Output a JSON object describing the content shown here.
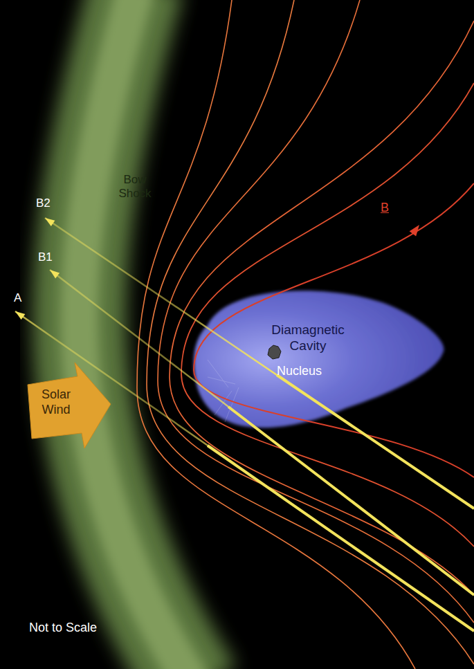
{
  "diagram": {
    "nodes": [
      {
        "text": [
          "Bow Shock"
        ]
      },
      {
        "text": [
          "Solar Wind"
        ]
      },
      {
        "text": [
          "Diamagnetic Cavity"
        ]
      },
      {
        "text": [
          "Nucleus"
        ],
        "in": 2
      }
    ],
    "labels": [
      "B2",
      "B1",
      "A",
      "B",
      "Not to Scale"
    ]
  }
}
